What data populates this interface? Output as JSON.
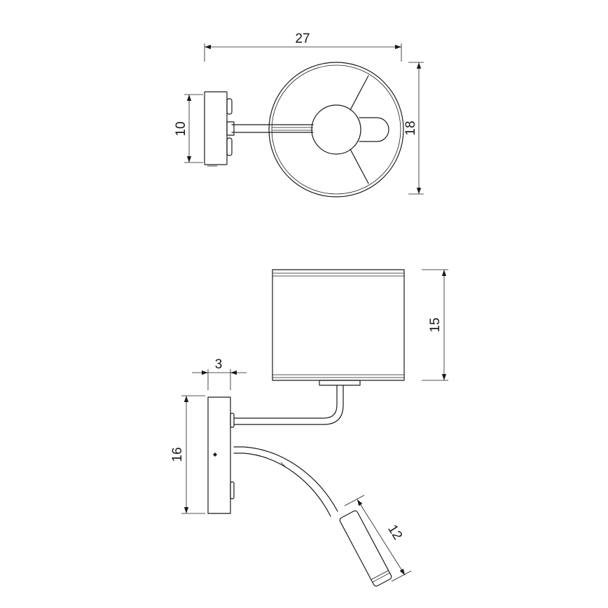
{
  "dimensions": {
    "top_width": "27",
    "top_depth": "18",
    "top_plate": "10",
    "side_plate_depth": "3",
    "side_plate_height": "16",
    "shade_height": "15",
    "reading_arm": "12"
  }
}
